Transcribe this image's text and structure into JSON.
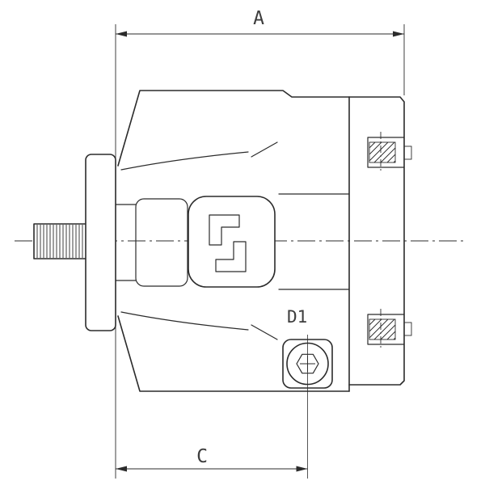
{
  "drawing": {
    "background": "#ffffff",
    "line_color": "#2b2b2b",
    "label_color": "#3d3d3d",
    "labels": {
      "dim_a": "A",
      "dim_c": "C",
      "port_d1": "D1"
    }
  }
}
